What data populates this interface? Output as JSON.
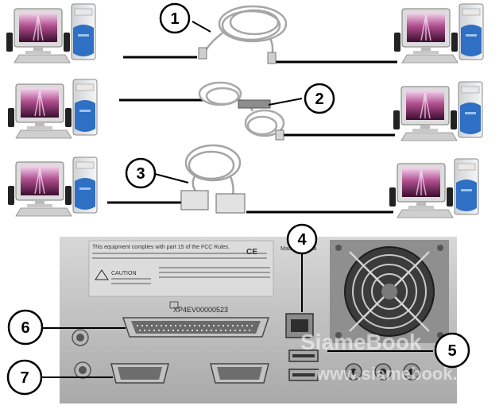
{
  "diagram": {
    "callouts": [
      {
        "id": "1",
        "label": "1"
      },
      {
        "id": "2",
        "label": "2"
      },
      {
        "id": "3",
        "label": "3"
      },
      {
        "id": "4",
        "label": "4"
      },
      {
        "id": "5",
        "label": "5"
      },
      {
        "id": "6",
        "label": "6"
      },
      {
        "id": "7",
        "label": "7"
      }
    ],
    "panel": {
      "fcc_notice": "This equipment complies with part 15 of the FCC Rules.",
      "caution_title": "CAUTION",
      "serial_number": "XP4EV00000523",
      "made_in": "Made in China",
      "watermark_top": "SiameBook",
      "watermark_bottom": "www.siamebook.com"
    }
  }
}
